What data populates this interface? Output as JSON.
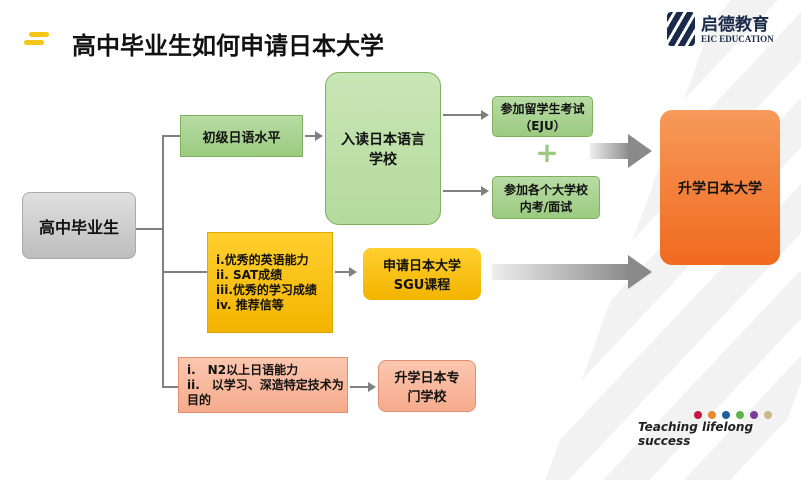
{
  "title": "高中毕业生如何申请日本大学",
  "logo": {
    "cn": "启德教育",
    "en": "EIC EDUCATION"
  },
  "nodes": {
    "start": "高中毕业生",
    "basic_japanese": "初级日语水平",
    "language_school": "入读日本语言学校",
    "eju": "参加留学生考试（EJU）",
    "plus": "+",
    "school_exam": "参加各个大学校内考/面试",
    "university": "升学日本大学",
    "sgu_requirements": [
      "i.优秀的英语能力",
      "ii. SAT成绩",
      "iii.优秀的学习成绩",
      "iv. 推荐信等"
    ],
    "sgu": "申请日本大学SGU课程",
    "vocational_requirements": [
      "i.　N2以上日语能力",
      "ii.　以学习、深造特定技术为目的"
    ],
    "vocational": "升学日本专门学校"
  },
  "footer": {
    "slogan": "Teaching lifelong success",
    "dot_colors": [
      "#c8163f",
      "#e8892a",
      "#1f5fa0",
      "#5cb547",
      "#7b3a9c",
      "#c8b98a"
    ]
  }
}
